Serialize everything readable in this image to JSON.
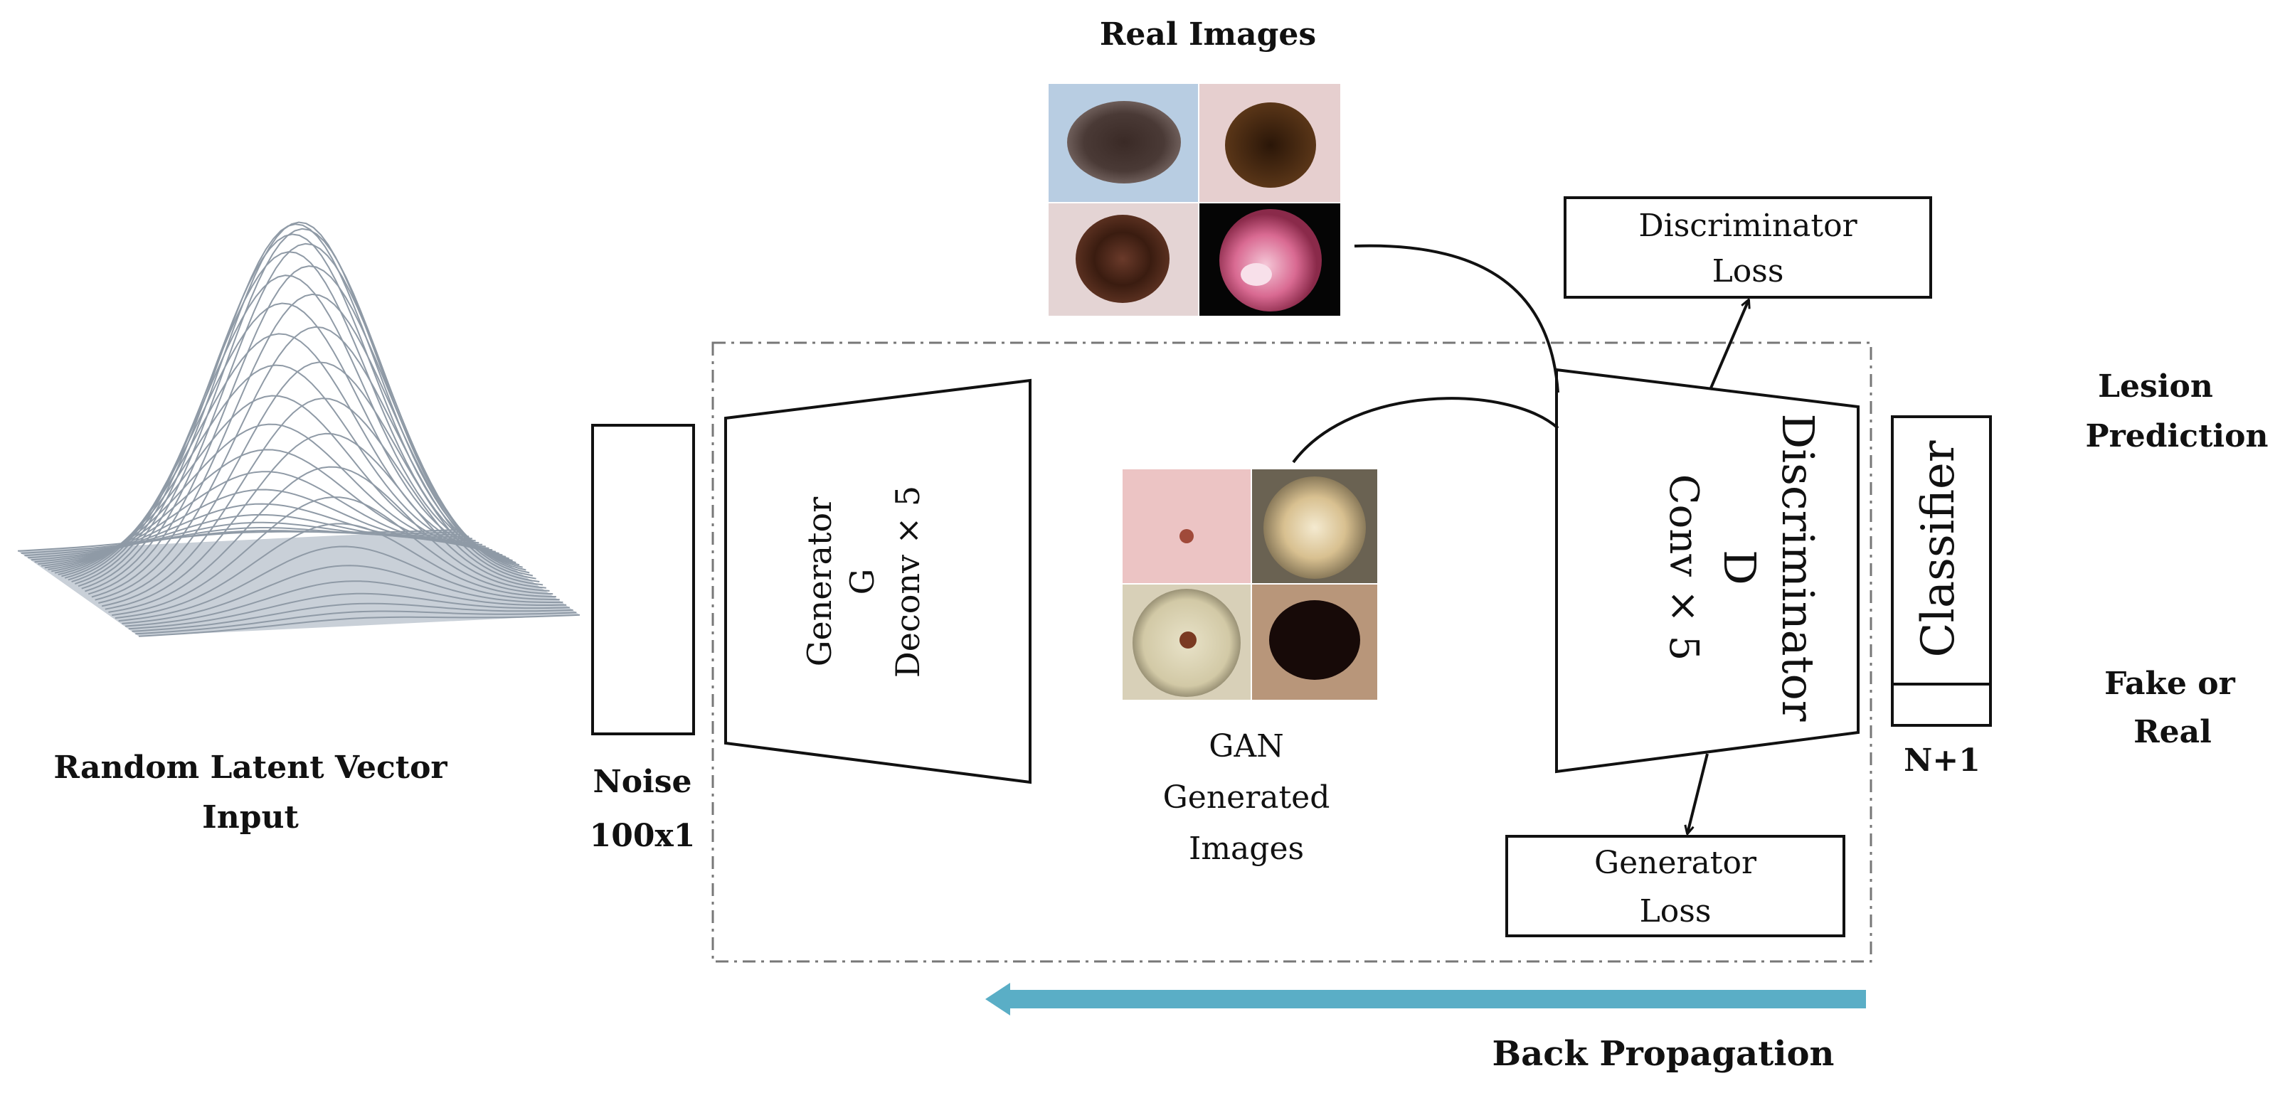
{
  "labels": {
    "real_images": "Real Images",
    "random_latent_line1": "Random Latent Vector",
    "random_latent_line2": "Input",
    "noise_line1": "Noise",
    "noise_line2": "100x1",
    "generator_line1": "Generator",
    "generator_line2": "G",
    "generator_line3": "Deconv × 5",
    "gan_line1": "GAN",
    "gan_line2": "Generated",
    "gan_line3": "Images",
    "discriminator_line1": "Discriminator",
    "discriminator_line2": "D",
    "discriminator_line3": "Conv × 5",
    "disc_loss_line1": "Discriminator",
    "disc_loss_line2": "Loss",
    "gen_loss_line1": "Generator",
    "gen_loss_line2": "Loss",
    "classifier": "Classifier",
    "n_plus_1": "N+1",
    "lesion_line1": "Lesion",
    "lesion_line2": "Prediction",
    "fake_line1": "Fake or",
    "fake_line2": "Real",
    "back_propagation": "Back Propagation"
  },
  "colors": {
    "backprop_arrow": "#5aaec6",
    "surface": "#8f9aa6"
  },
  "icons": {
    "latent_surface": "gaussian-surface-icon",
    "real_image_tiles": "skin-lesion-photo-icon",
    "generated_image_tiles": "skin-lesion-photo-icon"
  }
}
